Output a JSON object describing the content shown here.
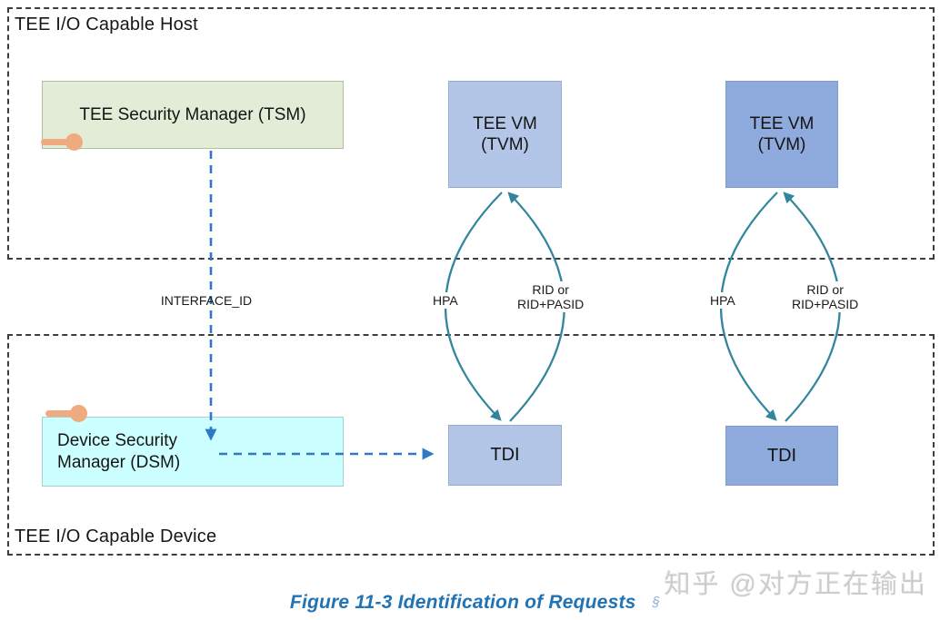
{
  "colors": {
    "dashed_border": "#3d3d3d",
    "box_green": "#e2ecd6",
    "box_green_border": "#aebf9d",
    "box_cyan": "#ccffff",
    "box_cyan_border": "#a8cfcf",
    "box_blue_light": "#b4c6e7",
    "box_blue_light_border": "#97abd3",
    "box_blue_dark": "#8faadc",
    "box_blue_dark_border": "#7e99cb",
    "arrow_teal": "#31859c",
    "arrow_blue": "#2e79c5",
    "key_orange": "#efab80",
    "caption_blue": "#2173b4",
    "watermark_gray": "#c4c4c4"
  },
  "zones": {
    "host": {
      "label": "TEE I/O Capable Host"
    },
    "device": {
      "label": "TEE I/O Capable Device"
    }
  },
  "nodes": {
    "tsm": {
      "label": "TEE Security Manager (TSM)"
    },
    "dsm": {
      "label": "Device Security Manager (DSM)"
    },
    "tvm1": {
      "line1": "TEE VM",
      "line2": "(TVM)"
    },
    "tvm2": {
      "line1": "TEE VM",
      "line2": "(TVM)"
    },
    "tdi1": {
      "label": "TDI"
    },
    "tdi2": {
      "label": "TDI"
    }
  },
  "edge_labels": {
    "interface_id": "INTERFACE_ID",
    "hpa_left": "HPA",
    "rid_left_line1": "RID or",
    "rid_left_line2": "RID+PASID",
    "hpa_right": "HPA",
    "rid_right_line1": "RID or",
    "rid_right_line2": "RID+PASID"
  },
  "edges": [
    {
      "from": "tsm",
      "to": "dsm",
      "label": "INTERFACE_ID",
      "style": "dashed-blue"
    },
    {
      "from": "dsm",
      "to": "tdi1",
      "style": "dashed-blue"
    },
    {
      "from": "tvm1",
      "to": "tdi1",
      "label": "HPA",
      "style": "teal-curve"
    },
    {
      "from": "tdi1",
      "to": "tvm1",
      "label": "RID or RID+PASID",
      "style": "teal-curve"
    },
    {
      "from": "tvm2",
      "to": "tdi2",
      "label": "HPA",
      "style": "teal-curve"
    },
    {
      "from": "tdi2",
      "to": "tvm2",
      "label": "RID or RID+PASID",
      "style": "teal-curve"
    }
  ],
  "caption": {
    "text": "Figure 11-3 Identification of Requests",
    "marker": "§"
  },
  "watermark": {
    "text": "知乎 @对方正在输出"
  }
}
